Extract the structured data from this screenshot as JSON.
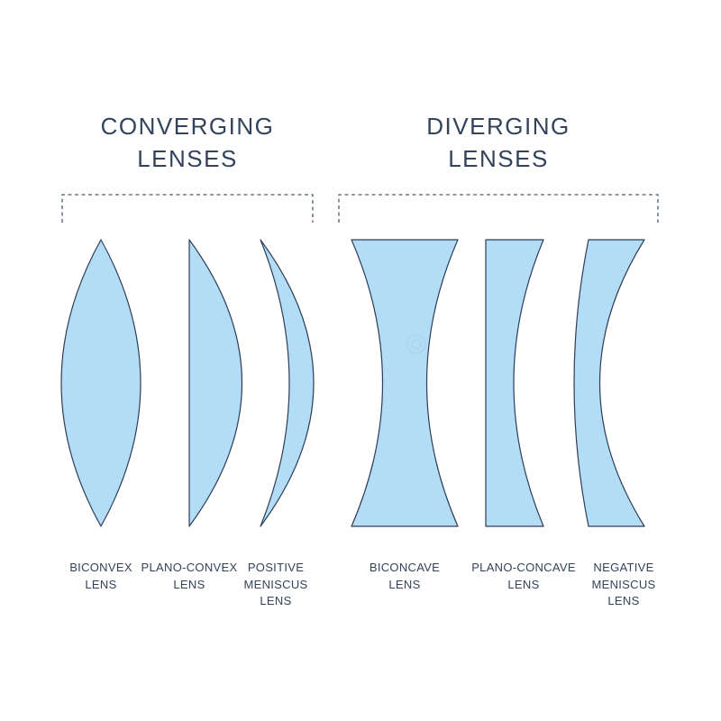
{
  "groups": {
    "converging": {
      "title_line1": "CONVERGING",
      "title_line2": "LENSES"
    },
    "diverging": {
      "title_line1": "DIVERGING",
      "title_line2": "LENSES"
    }
  },
  "lenses": {
    "biconvex": {
      "line1": "BICONVEX",
      "line2": "LENS"
    },
    "plano_convex": {
      "line1": "PLANO-CONVEX",
      "line2": "LENS"
    },
    "positive_meniscus": {
      "line1": "POSITIVE",
      "line2": "MENISCUS",
      "line3": "LENS"
    },
    "biconcave": {
      "line1": "BICONCAVE",
      "line2": "LENS"
    },
    "plano_concave": {
      "line1": "PLANO-CONCAVE",
      "line2": "LENS"
    },
    "negative_meniscus": {
      "line1": "NEGATIVE",
      "line2": "MENISCUS",
      "line3": "LENS"
    }
  },
  "colors": {
    "lens_fill": "#b3dcf7",
    "lens_stroke": "#2e3e56",
    "text": "#33435b",
    "bracket": "#4a5a72"
  }
}
